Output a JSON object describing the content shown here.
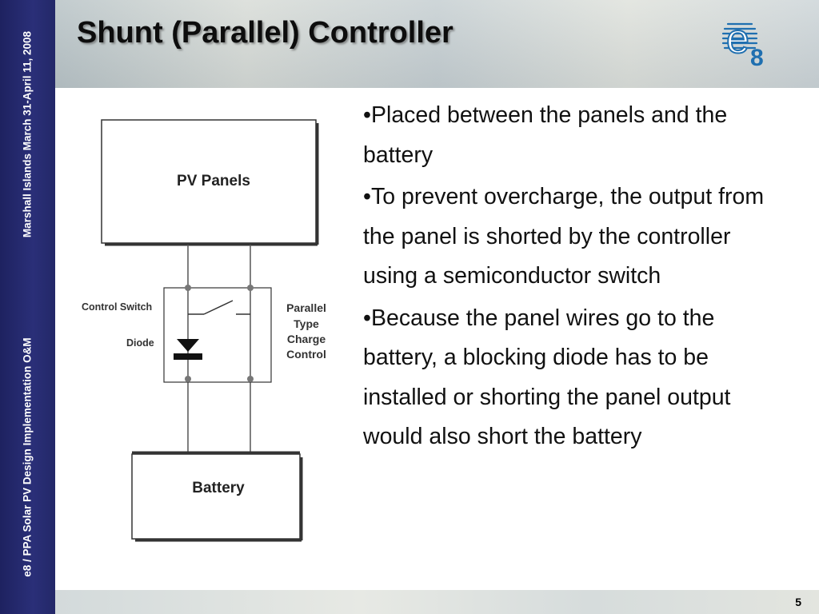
{
  "sidebar": {
    "top_text": "Marshall Islands March 31-April 11, 2008",
    "bottom_text": "e8 / PPA Solar PV Design Implementation O&M"
  },
  "slide": {
    "title": "Shunt (Parallel) Controller",
    "page_number": "5"
  },
  "logo": {
    "icon": "e8-logo-icon",
    "letter_e": "e",
    "digit": "8",
    "color": "#1f6fb0"
  },
  "diagram": {
    "pv_panels_label": "PV Panels",
    "battery_label": "Battery",
    "control_switch_label": "Control Switch",
    "diode_label": "Diode",
    "side_label_lines": [
      "Parallel",
      "Type",
      "Charge",
      "Control"
    ]
  },
  "bullets": [
    "•Placed between the panels and the battery",
    "•To prevent overcharge, the output from the panel is shorted by the controller using a semiconductor switch",
    "•Because the panel wires go to the battery, a blocking diode has to be installed or shorting the panel output would also short the battery"
  ]
}
